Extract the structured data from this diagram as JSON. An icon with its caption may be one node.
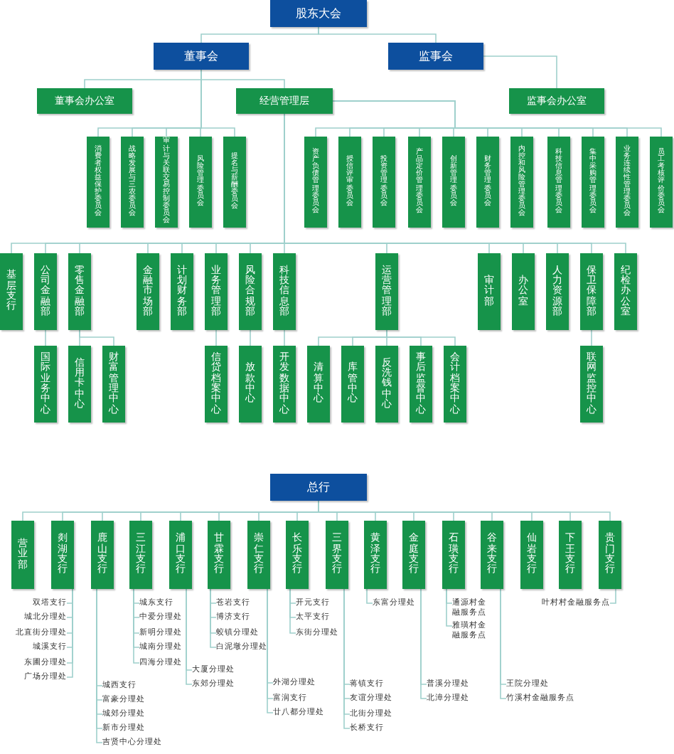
{
  "diagram": {
    "nodes": [
      {
        "text": [
          "股东大会"
        ]
      },
      {
        "text": [
          "董事会"
        ]
      },
      {
        "text": [
          "监事会"
        ]
      },
      {
        "text": [
          "董事会办公室"
        ]
      },
      {
        "text": [
          "经营管理层"
        ]
      },
      {
        "text": [
          "监事会办公室"
        ]
      },
      {
        "text": [
          "消费者权益保护委员会"
        ]
      },
      {
        "text": [
          "战略发展与三农委员会"
        ]
      },
      {
        "text": [
          "审计与关联交易控制委员会"
        ]
      },
      {
        "text": [
          "风险管理委员会"
        ]
      },
      {
        "text": [
          "提名与薪酬委员会"
        ]
      },
      {
        "text": [
          "资产负债管理委员会"
        ]
      },
      {
        "text": [
          "授信评审委员会"
        ]
      },
      {
        "text": [
          "投资管理委员会"
        ]
      },
      {
        "text": [
          "产品定价管理委员会"
        ]
      },
      {
        "text": [
          "创新管理委员会"
        ]
      },
      {
        "text": [
          "财务管理委员会"
        ]
      },
      {
        "text": [
          "内控和风险管理委员会"
        ]
      },
      {
        "text": [
          "科技信息管理委员会"
        ]
      },
      {
        "text": [
          "集中采购管理委员会"
        ]
      },
      {
        "text": [
          "业务连续性管理委员会"
        ]
      },
      {
        "text": [
          "员工考核评价委员会"
        ]
      },
      {
        "text": [
          "基层支行"
        ]
      },
      {
        "text": [
          "公司金融部"
        ]
      },
      {
        "text": [
          "零售金融部"
        ]
      },
      {
        "text": [
          "金融市场部"
        ]
      },
      {
        "text": [
          "计划财务部"
        ]
      },
      {
        "text": [
          "业务管理部"
        ]
      },
      {
        "text": [
          "风险合规部"
        ]
      },
      {
        "text": [
          "科技信息部"
        ]
      },
      {
        "text": [
          "运营管理部"
        ]
      },
      {
        "text": [
          "审计部"
        ]
      },
      {
        "text": [
          "办公室"
        ]
      },
      {
        "text": [
          "人力资源部"
        ]
      },
      {
        "text": [
          "保卫保障部"
        ]
      },
      {
        "text": [
          "纪检办公室"
        ]
      },
      {
        "text": [
          "国际业务中心"
        ]
      },
      {
        "text": [
          "信用卡中心"
        ]
      },
      {
        "text": [
          "财富管理中心"
        ]
      },
      {
        "text": [
          "信贷档案中心"
        ]
      },
      {
        "text": [
          "放款中心"
        ]
      },
      {
        "text": [
          "开发数据中心"
        ]
      },
      {
        "text": [
          "清算中心"
        ]
      },
      {
        "text": [
          "库管中心"
        ]
      },
      {
        "text": [
          "反洗钱中心"
        ]
      },
      {
        "text": [
          "事后监督中心"
        ]
      },
      {
        "text": [
          "会计档案中心"
        ]
      },
      {
        "text": [
          "联网监控中心"
        ]
      },
      {
        "text": [
          "总行"
        ]
      },
      {
        "text": [
          "营业部"
        ]
      },
      {
        "text": [
          "剡湖支行"
        ]
      },
      {
        "text": [
          "鹿山支行"
        ]
      },
      {
        "text": [
          "三江支行"
        ]
      },
      {
        "text": [
          "浦口支行"
        ]
      },
      {
        "text": [
          "甘霖支行"
        ]
      },
      {
        "text": [
          "崇仁支行"
        ]
      },
      {
        "text": [
          "长乐支行"
        ]
      },
      {
        "text": [
          "三界支行"
        ]
      },
      {
        "text": [
          "黄泽支行"
        ]
      },
      {
        "text": [
          "金庭支行"
        ]
      },
      {
        "text": [
          "石璜支行"
        ]
      },
      {
        "text": [
          "谷来支行"
        ]
      },
      {
        "text": [
          "仙岩支行"
        ]
      },
      {
        "text": [
          "下王支行"
        ]
      },
      {
        "text": [
          "贵门支行"
        ]
      },
      {
        "text": [
          "双塔支行"
        ]
      },
      {
        "text": [
          "城北分理处"
        ]
      },
      {
        "text": [
          "北直街分理处"
        ]
      },
      {
        "text": [
          "城溪支行"
        ]
      },
      {
        "text": [
          "东圃分理处"
        ]
      },
      {
        "text": [
          "广场分理处"
        ]
      },
      {
        "text": [
          "城西支行"
        ]
      },
      {
        "text": [
          "富豪分理处"
        ]
      },
      {
        "text": [
          "城郊分理处"
        ]
      },
      {
        "text": [
          "新市分理处"
        ]
      },
      {
        "text": [
          "吉贤中心分理处"
        ]
      },
      {
        "text": [
          "城东支行"
        ]
      },
      {
        "text": [
          "中爱分理处"
        ]
      },
      {
        "text": [
          "新明分理处"
        ]
      },
      {
        "text": [
          "城南分理处"
        ]
      },
      {
        "text": [
          "四海分理处"
        ]
      },
      {
        "text": [
          "大厦分理处"
        ]
      },
      {
        "text": [
          "东郊分理处"
        ]
      },
      {
        "text": [
          "苍岩支行"
        ]
      },
      {
        "text": [
          "博济支行"
        ]
      },
      {
        "text": [
          "蛟镇分理处"
        ]
      },
      {
        "text": [
          "白泥墩分理处"
        ]
      },
      {
        "text": [
          "外湖分理处"
        ]
      },
      {
        "text": [
          "富润支行"
        ]
      },
      {
        "text": [
          "廿八都分理处"
        ]
      },
      {
        "text": [
          "开元支行"
        ]
      },
      {
        "text": [
          "太平支行"
        ]
      },
      {
        "text": [
          "东街分理处"
        ]
      },
      {
        "text": [
          "蒋镇支行"
        ]
      },
      {
        "text": [
          "友谊分理处"
        ]
      },
      {
        "text": [
          "北街分理处"
        ]
      },
      {
        "text": [
          "长桥支行"
        ]
      },
      {
        "text": [
          "东富分理处"
        ]
      },
      {
        "text": [
          "普溪分理处"
        ]
      },
      {
        "text": [
          "北漳分理处"
        ]
      },
      {
        "text": [
          "通源村金融服务点"
        ]
      },
      {
        "text": [
          "雅璜村金融服务点"
        ]
      },
      {
        "text": [
          "王院分理处"
        ]
      },
      {
        "text": [
          "竹溪村金融服务点"
        ]
      },
      {
        "text": [
          "叶村村金融服务点"
        ]
      }
    ],
    "edges": [
      {
        "from": 0,
        "to": 1,
        "arrow": "none"
      },
      {
        "from": 0,
        "to": 2,
        "arrow": "none"
      },
      {
        "from": 1,
        "to": 3,
        "arrow": "none"
      },
      {
        "from": 1,
        "to": 4,
        "arrow": "none"
      },
      {
        "from": 1,
        "to": 6,
        "arrow": "none"
      },
      {
        "from": 1,
        "to": 7,
        "arrow": "none"
      },
      {
        "from": 1,
        "to": 8,
        "arrow": "none"
      },
      {
        "from": 1,
        "to": 9,
        "arrow": "none"
      },
      {
        "from": 1,
        "to": 10,
        "arrow": "none"
      },
      {
        "from": 2,
        "to": 5,
        "arrow": "none"
      },
      {
        "from": 4,
        "to": 11,
        "arrow": "none"
      },
      {
        "from": 4,
        "to": 12,
        "arrow": "none"
      },
      {
        "from": 4,
        "to": 13,
        "arrow": "none"
      },
      {
        "from": 4,
        "to": 14,
        "arrow": "none"
      },
      {
        "from": 4,
        "to": 15,
        "arrow": "none"
      },
      {
        "from": 4,
        "to": 16,
        "arrow": "none"
      },
      {
        "from": 4,
        "to": 17,
        "arrow": "none"
      },
      {
        "from": 4,
        "to": 18,
        "arrow": "none"
      },
      {
        "from": 4,
        "to": 19,
        "arrow": "none"
      },
      {
        "from": 4,
        "to": 20,
        "arrow": "none"
      },
      {
        "from": 4,
        "to": 21,
        "arrow": "none"
      },
      {
        "from": 4,
        "to": 22,
        "arrow": "none"
      },
      {
        "from": 4,
        "to": 23,
        "arrow": "none"
      },
      {
        "from": 4,
        "to": 24,
        "arrow": "none"
      },
      {
        "from": 4,
        "to": 25,
        "arrow": "none"
      },
      {
        "from": 4,
        "to": 26,
        "arrow": "none"
      },
      {
        "from": 4,
        "to": 27,
        "arrow": "none"
      },
      {
        "from": 4,
        "to": 28,
        "arrow": "none"
      },
      {
        "from": 4,
        "to": 29,
        "arrow": "none"
      },
      {
        "from": 4,
        "to": 30,
        "arrow": "none"
      },
      {
        "from": 4,
        "to": 31,
        "arrow": "none"
      },
      {
        "from": 4,
        "to": 32,
        "arrow": "none"
      },
      {
        "from": 4,
        "to": 33,
        "arrow": "none"
      },
      {
        "from": 4,
        "to": 34,
        "arrow": "none"
      },
      {
        "from": 4,
        "to": 35,
        "arrow": "none"
      },
      {
        "from": 23,
        "to": 36,
        "arrow": "none"
      },
      {
        "from": 24,
        "to": 37,
        "arrow": "none"
      },
      {
        "from": 24,
        "to": 38,
        "arrow": "none"
      },
      {
        "from": 27,
        "to": 39,
        "arrow": "none"
      },
      {
        "from": 28,
        "to": 40,
        "arrow": "none"
      },
      {
        "from": 29,
        "to": 41,
        "arrow": "none"
      },
      {
        "from": 30,
        "to": 42,
        "arrow": "none"
      },
      {
        "from": 30,
        "to": 43,
        "arrow": "none"
      },
      {
        "from": 30,
        "to": 44,
        "arrow": "none"
      },
      {
        "from": 30,
        "to": 45,
        "arrow": "none"
      },
      {
        "from": 30,
        "to": 46,
        "arrow": "none"
      },
      {
        "from": 34,
        "to": 47,
        "arrow": "none"
      },
      {
        "from": 48,
        "to": 49,
        "arrow": "none"
      },
      {
        "from": 48,
        "to": 50,
        "arrow": "none"
      },
      {
        "from": 48,
        "to": 51,
        "arrow": "none"
      },
      {
        "from": 48,
        "to": 52,
        "arrow": "none"
      },
      {
        "from": 48,
        "to": 53,
        "arrow": "none"
      },
      {
        "from": 48,
        "to": 54,
        "arrow": "none"
      },
      {
        "from": 48,
        "to": 55,
        "arrow": "none"
      },
      {
        "from": 48,
        "to": 56,
        "arrow": "none"
      },
      {
        "from": 48,
        "to": 57,
        "arrow": "none"
      },
      {
        "from": 48,
        "to": 58,
        "arrow": "none"
      },
      {
        "from": 48,
        "to": 59,
        "arrow": "none"
      },
      {
        "from": 48,
        "to": 60,
        "arrow": "none"
      },
      {
        "from": 48,
        "to": 61,
        "arrow": "none"
      },
      {
        "from": 48,
        "to": 62,
        "arrow": "none"
      },
      {
        "from": 48,
        "to": 63,
        "arrow": "none"
      },
      {
        "from": 48,
        "to": 64,
        "arrow": "none"
      },
      {
        "from": 50,
        "to": 65,
        "arrow": "none"
      },
      {
        "from": 50,
        "to": 66,
        "arrow": "none"
      },
      {
        "from": 50,
        "to": 67,
        "arrow": "none"
      },
      {
        "from": 50,
        "to": 68,
        "arrow": "none"
      },
      {
        "from": 50,
        "to": 69,
        "arrow": "none"
      },
      {
        "from": 50,
        "to": 70,
        "arrow": "none"
      },
      {
        "from": 51,
        "to": 71,
        "arrow": "none"
      },
      {
        "from": 51,
        "to": 72,
        "arrow": "none"
      },
      {
        "from": 51,
        "to": 73,
        "arrow": "none"
      },
      {
        "from": 51,
        "to": 74,
        "arrow": "none"
      },
      {
        "from": 51,
        "to": 75,
        "arrow": "none"
      },
      {
        "from": 52,
        "to": 76,
        "arrow": "none"
      },
      {
        "from": 52,
        "to": 77,
        "arrow": "none"
      },
      {
        "from": 52,
        "to": 78,
        "arrow": "none"
      },
      {
        "from": 52,
        "to": 79,
        "arrow": "none"
      },
      {
        "from": 52,
        "to": 80,
        "arrow": "none"
      },
      {
        "from": 53,
        "to": 81,
        "arrow": "none"
      },
      {
        "from": 53,
        "to": 82,
        "arrow": "none"
      },
      {
        "from": 54,
        "to": 83,
        "arrow": "none"
      },
      {
        "from": 54,
        "to": 84,
        "arrow": "none"
      },
      {
        "from": 54,
        "to": 85,
        "arrow": "none"
      },
      {
        "from": 54,
        "to": 86,
        "arrow": "none"
      },
      {
        "from": 55,
        "to": 87,
        "arrow": "none"
      },
      {
        "from": 55,
        "to": 88,
        "arrow": "none"
      },
      {
        "from": 55,
        "to": 89,
        "arrow": "none"
      },
      {
        "from": 56,
        "to": 90,
        "arrow": "none"
      },
      {
        "from": 56,
        "to": 91,
        "arrow": "none"
      },
      {
        "from": 56,
        "to": 92,
        "arrow": "none"
      },
      {
        "from": 57,
        "to": 93,
        "arrow": "none"
      },
      {
        "from": 57,
        "to": 94,
        "arrow": "none"
      },
      {
        "from": 57,
        "to": 95,
        "arrow": "none"
      },
      {
        "from": 57,
        "to": 96,
        "arrow": "none"
      },
      {
        "from": 58,
        "to": 97,
        "arrow": "none"
      },
      {
        "from": 59,
        "to": 98,
        "arrow": "none"
      },
      {
        "from": 59,
        "to": 99,
        "arrow": "none"
      },
      {
        "from": 60,
        "to": 100,
        "arrow": "none"
      },
      {
        "from": 60,
        "to": 101,
        "arrow": "none"
      },
      {
        "from": 61,
        "to": 102,
        "arrow": "none"
      },
      {
        "from": 61,
        "to": 103,
        "arrow": "none"
      },
      {
        "from": 64,
        "to": 104,
        "arrow": "none"
      }
    ]
  }
}
